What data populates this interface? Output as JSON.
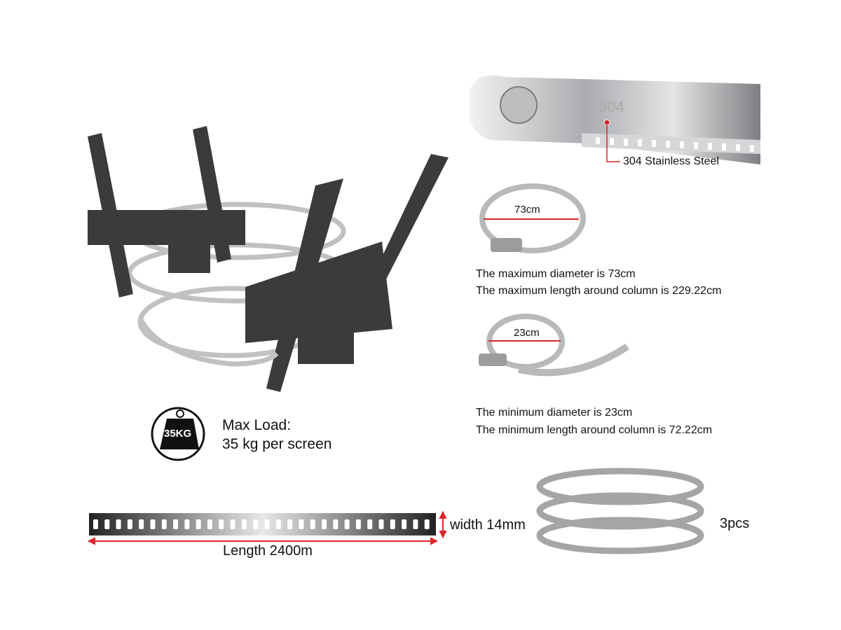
{
  "max_load": {
    "badge": "35KG",
    "line1": "Max Load:",
    "line2": "35 kg per screen"
  },
  "material": {
    "stamp": "304",
    "label": "304 Stainless Steel"
  },
  "max_clamp": {
    "diameter_label": "73cm",
    "line1": "The maximum diameter is 73cm",
    "line2": "The maximum length around column is 229.22cm"
  },
  "min_clamp": {
    "diameter_label": "23cm",
    "line1": "The minimum diameter is 23cm",
    "line2": "The minimum length around column is 72.22cm"
  },
  "strip": {
    "width_label": "width 14mm",
    "length_label": "Length 2400m"
  },
  "quantity": {
    "label": "3pcs"
  },
  "colors": {
    "accent_red": "#d9262b",
    "bracket": "#3a3b3d",
    "steel": "#c9cbcd"
  }
}
